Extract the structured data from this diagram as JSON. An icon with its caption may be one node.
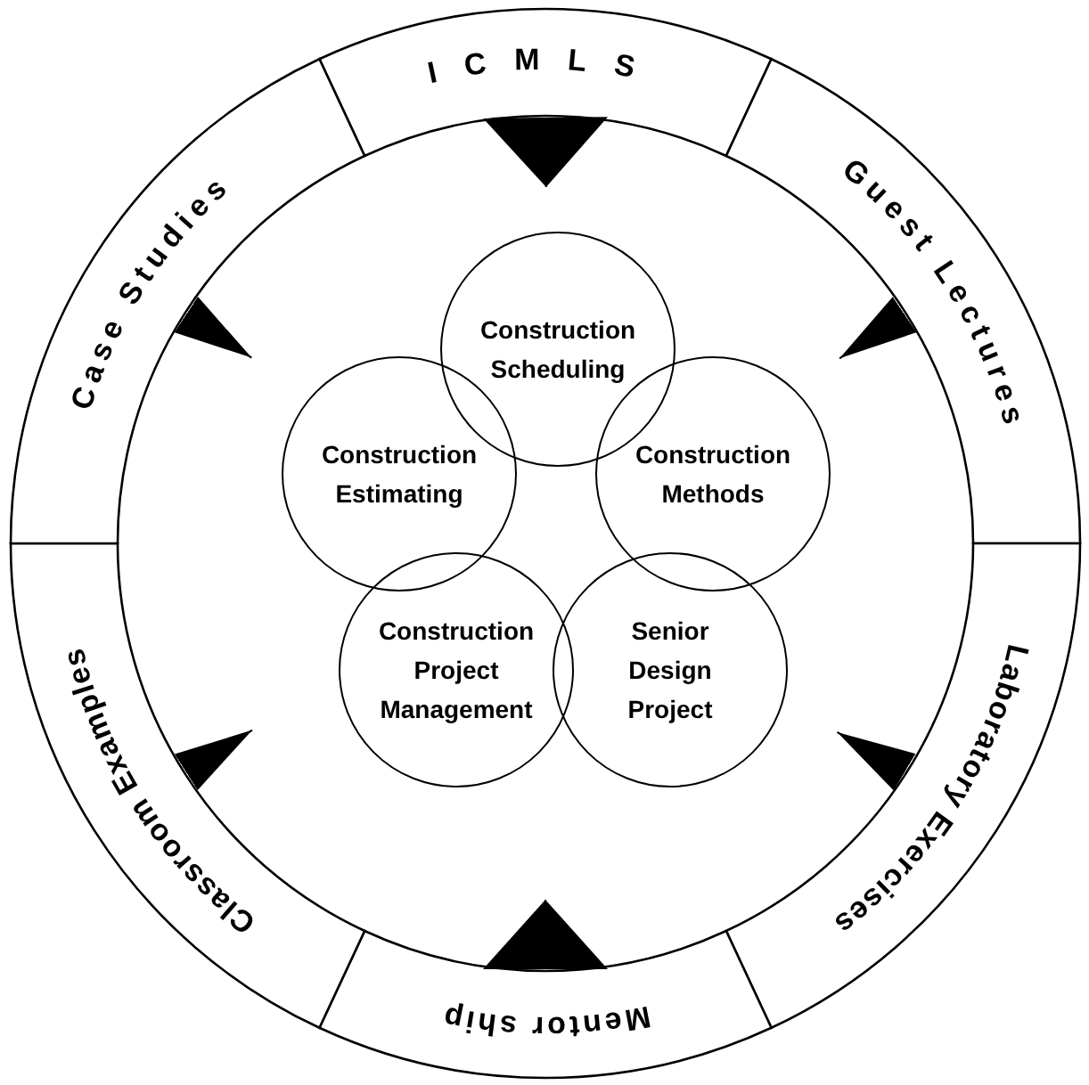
{
  "diagram": {
    "nodes": [
      {
        "text": [
          "ICMLS"
        ]
      },
      {
        "text": [
          "Guest Lectures"
        ]
      },
      {
        "text": [
          "Laboratory Exercises"
        ]
      },
      {
        "text": [
          "Mentor ship"
        ]
      },
      {
        "text": [
          "Classroom Examples"
        ]
      },
      {
        "text": [
          "Case Studies"
        ]
      },
      {
        "text": [
          "Construction Scheduling"
        ]
      },
      {
        "text": [
          "Construction Estimating"
        ]
      },
      {
        "text": [
          "Construction Methods"
        ]
      },
      {
        "text": [
          "Construction Project Management"
        ]
      },
      {
        "text": [
          "Senior Design Project"
        ]
      }
    ],
    "edges": [
      {
        "from": 0,
        "to": 6,
        "arrow": "to"
      },
      {
        "from": 1,
        "to": 8,
        "arrow": "to"
      },
      {
        "from": 2,
        "to": 10,
        "arrow": "to"
      },
      {
        "from": 3,
        "to": null,
        "arrow": "to"
      },
      {
        "from": 4,
        "to": null,
        "arrow": "to"
      },
      {
        "from": 5,
        "to": 7,
        "arrow": "to"
      }
    ]
  }
}
